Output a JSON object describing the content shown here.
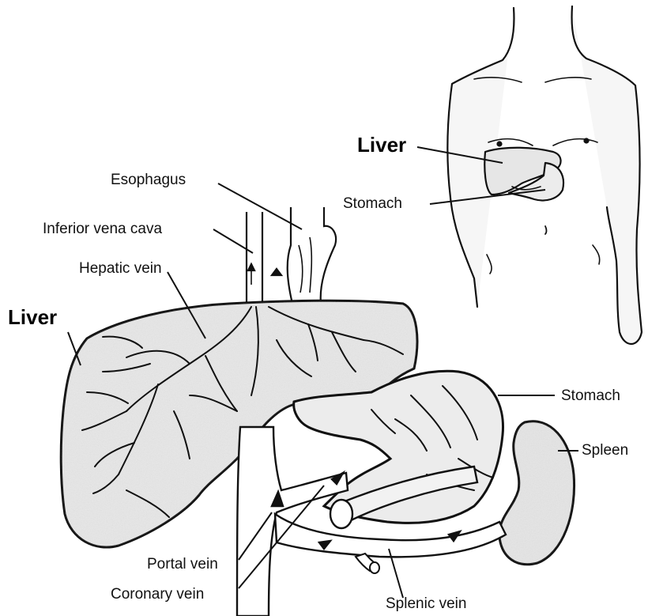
{
  "labels": {
    "liver_inset": "Liver",
    "stomach_inset": "Stomach",
    "esophagus": "Esophagus",
    "ivc": "Inferior vena cava",
    "hepatic_vein": "Hepatic vein",
    "liver_main": "Liver",
    "stomach_main": "Stomach",
    "spleen": "Spleen",
    "portal_vein": "Portal vein",
    "coronary_vein": "Coronary vein",
    "splenic_vein": "Splenic vein"
  },
  "colors": {
    "line": "#111111",
    "organ_fill": "#e9e9e9",
    "vessel_fill": "#ffffff",
    "body_shade": "#f3f3f3"
  }
}
